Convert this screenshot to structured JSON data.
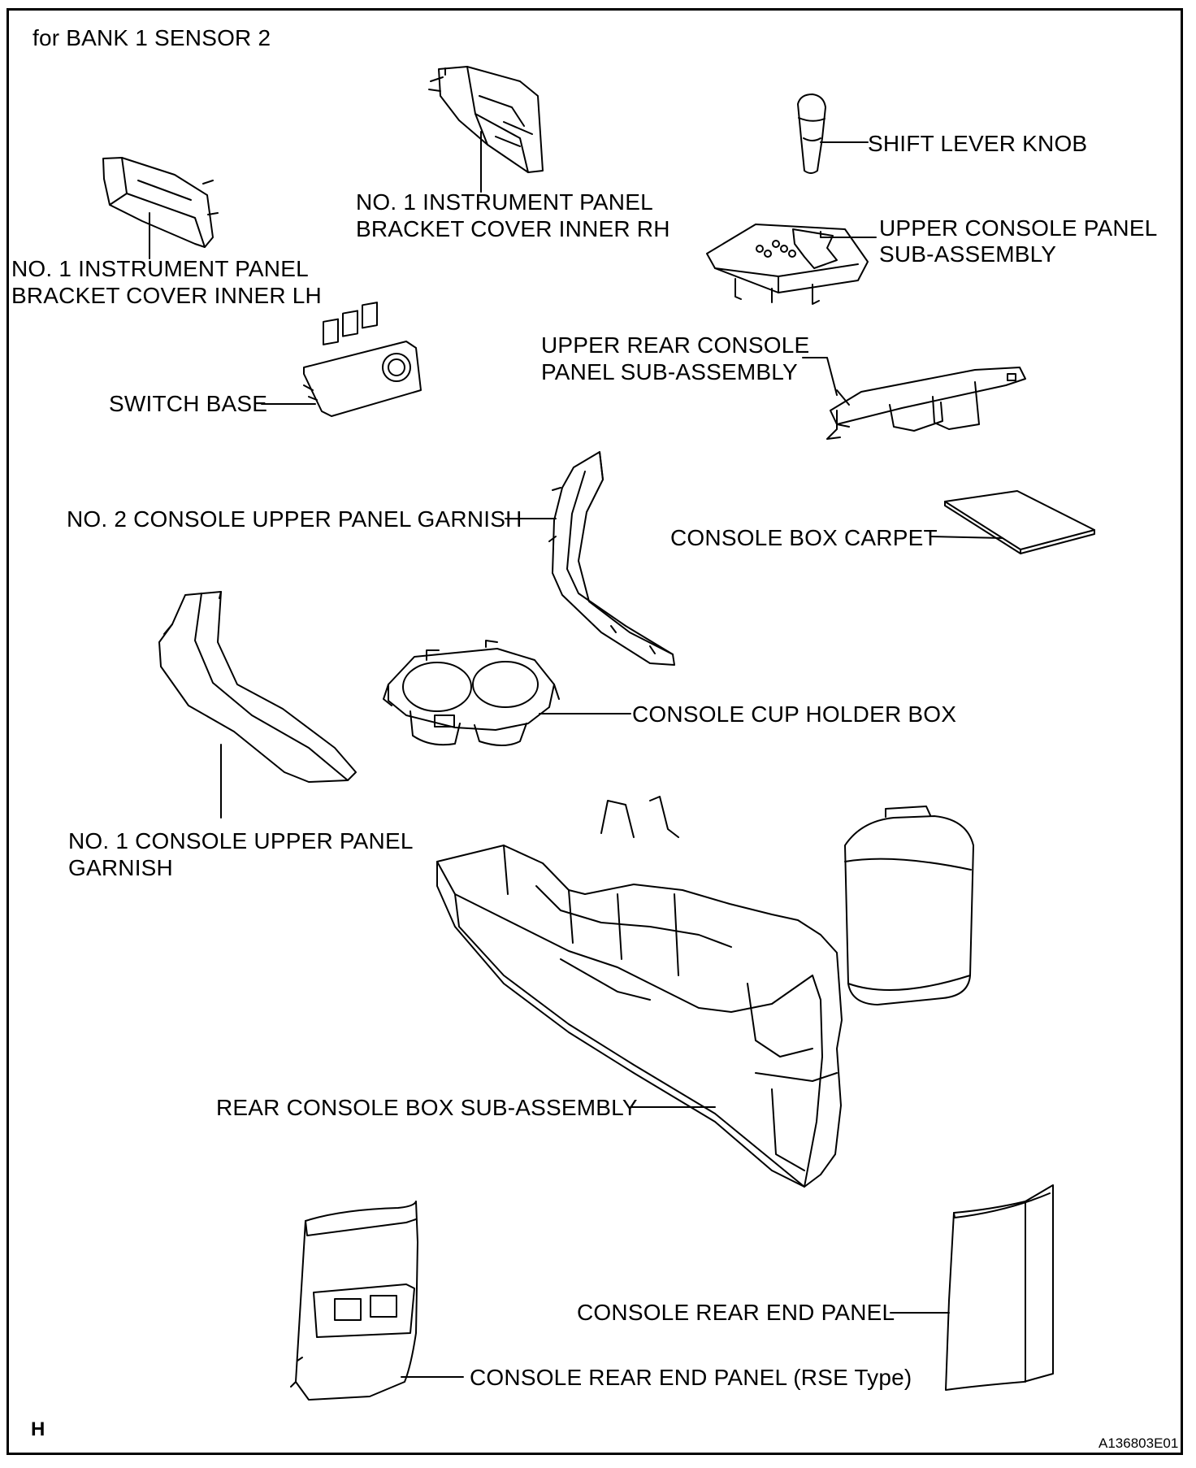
{
  "header": {
    "condition": "for BANK 1 SENSOR 2"
  },
  "labels": {
    "bracket_rh": [
      "NO. 1 INSTRUMENT PANEL",
      "BRACKET COVER INNER RH"
    ],
    "shift_knob": "SHIFT LEVER KNOB",
    "bracket_lh": [
      "NO. 1 INSTRUMENT PANEL",
      "BRACKET COVER INNER LH"
    ],
    "upper_console_panel": [
      "UPPER CONSOLE PANEL",
      "SUB-ASSEMBLY"
    ],
    "upper_rear_console": [
      "UPPER REAR CONSOLE",
      "PANEL SUB-ASSEMBLY"
    ],
    "switch_base": "SWITCH BASE",
    "no2_garnish": "NO. 2 CONSOLE UPPER PANEL GARNISH",
    "carpet": "CONSOLE BOX CARPET",
    "cup_holder": "CONSOLE CUP HOLDER BOX",
    "no1_garnish": [
      "NO. 1 CONSOLE UPPER PANEL",
      "GARNISH"
    ],
    "rear_console_box": "REAR CONSOLE BOX SUB-ASSEMBLY",
    "rear_end_panel": "CONSOLE REAR END PANEL",
    "rear_end_panel_rse": "CONSOLE REAR END PANEL (RSE Type)"
  },
  "footer": {
    "corner_letter": "H",
    "figure_id": "A136803E01"
  }
}
